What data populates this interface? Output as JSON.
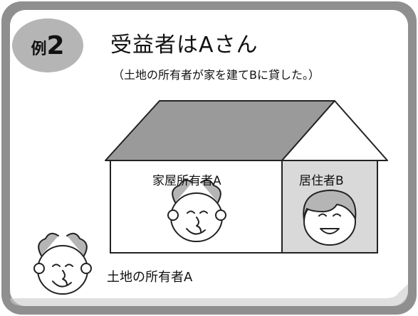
{
  "badge": {
    "prefix": "例",
    "number": "2"
  },
  "title": "受益者はAさん",
  "subtitle": "（土地の所有者が家を建てBに貸した。）",
  "house": {
    "owner_label": "家屋所有者A",
    "resident_label": "居住者B"
  },
  "land_owner_label": "土地の所有者A",
  "colors": {
    "frame_outer": "#8f8f8f",
    "frame_inner": "#ffffff",
    "roof": "#9a9a9a",
    "wall_shade": "#d9d9d9",
    "badge": "#b5b5b5"
  }
}
